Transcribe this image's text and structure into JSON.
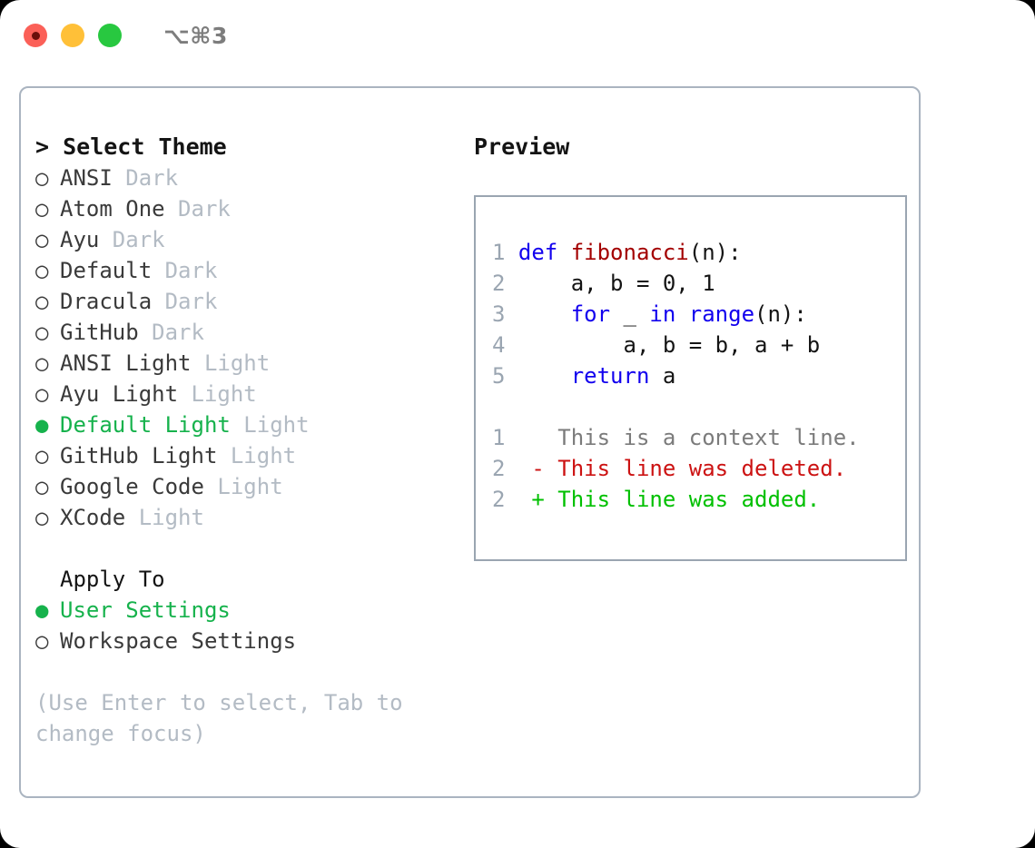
{
  "titlebar": {
    "buttons": [
      {
        "name": "close-button",
        "color": "#fb6058"
      },
      {
        "name": "minimize-button",
        "color": "#ffc038"
      },
      {
        "name": "maximize-button",
        "color": "#28c840"
      }
    ],
    "shortcut": "⌥⌘3"
  },
  "colors": {
    "accent_green": "#16b24c",
    "muted_gray": "#b3bbc4",
    "text": "#3a3a3a",
    "heading": "#141414",
    "border": "#aab4c0",
    "preview_border": "#9aa5b1",
    "keyword_blue": "#1200ee",
    "function_red": "#a30000",
    "diff_deleted": "#cc1212",
    "diff_added": "#00c000",
    "line_number": "#9aa5b1"
  },
  "theme_picker": {
    "header_prefix": "> ",
    "header": "Select Theme",
    "bullet_selected": "●",
    "bullet_unselected": "○",
    "items": [
      {
        "label": "ANSI",
        "tag": "Dark",
        "selected": false
      },
      {
        "label": "Atom One",
        "tag": "Dark",
        "selected": false
      },
      {
        "label": "Ayu",
        "tag": "Dark",
        "selected": false
      },
      {
        "label": "Default",
        "tag": "Dark",
        "selected": false
      },
      {
        "label": "Dracula",
        "tag": "Dark",
        "selected": false
      },
      {
        "label": "GitHub",
        "tag": "Dark",
        "selected": false
      },
      {
        "label": "ANSI Light",
        "tag": "Light",
        "selected": false
      },
      {
        "label": "Ayu Light",
        "tag": "Light",
        "selected": false
      },
      {
        "label": "Default Light",
        "tag": "Light",
        "selected": true
      },
      {
        "label": "GitHub Light",
        "tag": "Light",
        "selected": false
      },
      {
        "label": "Google Code",
        "tag": "Light",
        "selected": false
      },
      {
        "label": "XCode",
        "tag": "Light",
        "selected": false
      }
    ]
  },
  "apply_to": {
    "title": "Apply To",
    "options": [
      {
        "label": "User Settings",
        "selected": true
      },
      {
        "label": "Workspace Settings",
        "selected": false
      }
    ]
  },
  "hint": "(Use Enter to select, Tab to change focus)",
  "preview": {
    "header": "Preview",
    "code_lines": [
      {
        "number": "1",
        "tokens": [
          {
            "text": "def ",
            "style": "kw"
          },
          {
            "text": "fibonacci",
            "style": "fn"
          },
          {
            "text": "(n):",
            "style": "plain"
          }
        ]
      },
      {
        "number": "2",
        "tokens": [
          {
            "text": "    a, b = 0, 1",
            "style": "plain"
          }
        ]
      },
      {
        "number": "3",
        "tokens": [
          {
            "text": "    ",
            "style": "plain"
          },
          {
            "text": "for",
            "style": "kw"
          },
          {
            "text": " _ ",
            "style": "plain"
          },
          {
            "text": "in range",
            "style": "kw"
          },
          {
            "text": "(n):",
            "style": "plain"
          }
        ]
      },
      {
        "number": "4",
        "tokens": [
          {
            "text": "        a, b = b, a + b",
            "style": "plain"
          }
        ]
      },
      {
        "number": "5",
        "tokens": [
          {
            "text": "    ",
            "style": "plain"
          },
          {
            "text": "return",
            "style": "kw"
          },
          {
            "text": " a",
            "style": "plain"
          }
        ]
      }
    ],
    "diff_lines": [
      {
        "number": "1",
        "marker": "  ",
        "text": "This is a context line.",
        "style": "ctx"
      },
      {
        "number": "2",
        "marker": "- ",
        "text": "This line was deleted.",
        "style": "del"
      },
      {
        "number": "2",
        "marker": "+ ",
        "text": "This line was added.",
        "style": "add"
      }
    ]
  }
}
